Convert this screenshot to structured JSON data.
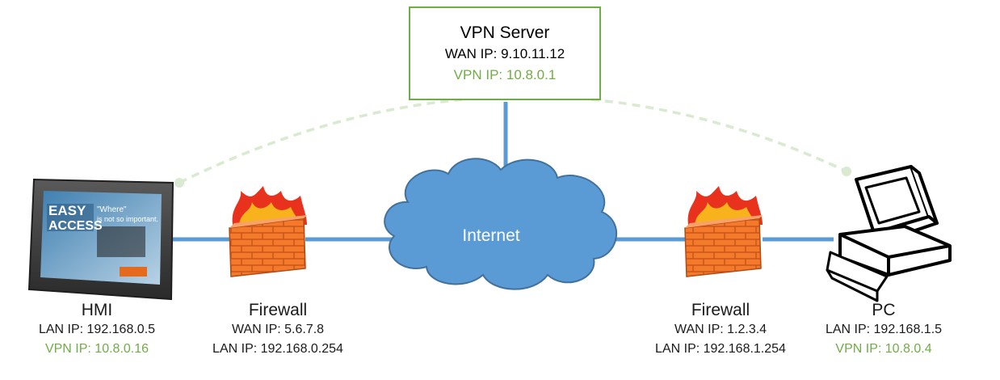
{
  "vpn_server": {
    "title": "VPN Server",
    "wan_ip": "WAN IP: 9.10.11.12",
    "vpn_ip": "VPN IP: 10.8.0.1"
  },
  "internet": {
    "label": "Internet"
  },
  "hmi": {
    "title": "HMI",
    "lan_ip": "LAN IP: 192.168.0.5",
    "vpn_ip": "VPN IP: 10.8.0.16",
    "screen_brand": "EASY ACCESS",
    "screen_text": "\"Where\" is not so important."
  },
  "firewall_left": {
    "title": "Firewall",
    "wan_ip": "WAN IP: 5.6.7.8",
    "lan_ip": "LAN IP: 192.168.0.254"
  },
  "firewall_right": {
    "title": "Firewall",
    "wan_ip": "WAN IP: 1.2.3.4",
    "lan_ip": "LAN IP: 192.168.1.254"
  },
  "pc": {
    "title": "PC",
    "lan_ip": "LAN IP: 192.168.1.5",
    "vpn_ip": "VPN IP: 10.8.0.4"
  },
  "colors": {
    "link": "#5b9bd5",
    "vpn_tunnel": "#d9ead0",
    "vpn_accent": "#70ad47",
    "cloud": "#5b9bd5",
    "brick": "#f4792b"
  }
}
